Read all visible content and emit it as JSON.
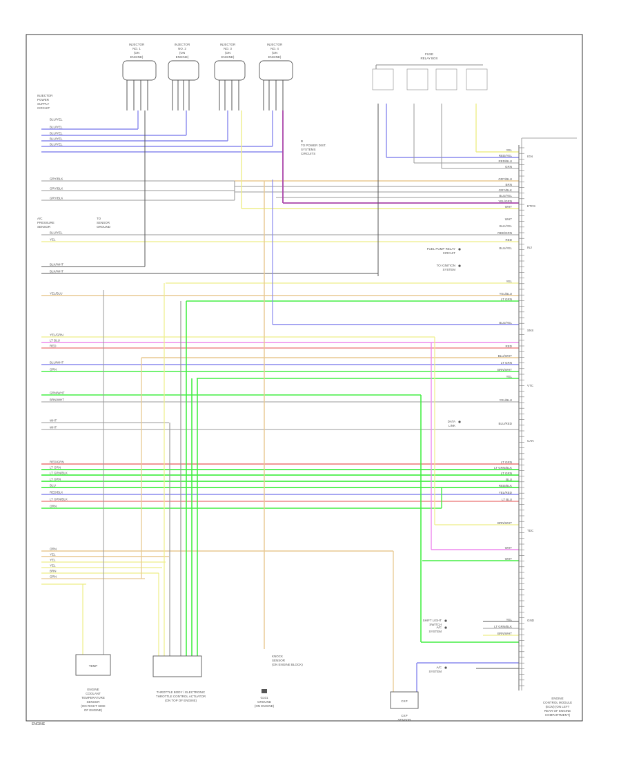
{
  "diagram": {
    "sheet_label": "ENGINE",
    "ecm": {
      "caption_lines": [
        "ENGINE",
        "CONTROL MODULE",
        "(ECM) (ON LEFT",
        "REAR OF ENGINE",
        "COMPARTMENT)"
      ]
    },
    "components": {
      "temp_sensor": {
        "box_label": "TEMP",
        "caption_lines": [
          "ENGINE",
          "COOLANT",
          "TEMPERATURE",
          "SENSOR",
          "(ON RIGHT SIDE",
          "OF ENGINE)"
        ]
      },
      "throttle_body": {
        "caption_lines": [
          "THROTTLE BODY / ELECTRONIC",
          "THROTTLE CONTROL ACTUATOR",
          "(ON TOP OF ENGINE)"
        ]
      },
      "knock_sensor": {
        "caption_lines": [
          "KNOCK",
          "SENSOR",
          "(ON ENGINE BLOCK)"
        ]
      },
      "ground": {
        "caption_lines": [
          "G101",
          "GROUND",
          "(ON ENGINE)"
        ]
      },
      "ckp_sensor": {
        "box_label": "CKP",
        "caption_lines": [
          "CKP",
          "SENSOR"
        ]
      }
    },
    "injectors": [
      {
        "id": "inj1",
        "lines": [
          "INJECTOR",
          "NO. 1",
          "(ON",
          "ENGINE)"
        ]
      },
      {
        "id": "inj2",
        "lines": [
          "INJECTOR",
          "NO. 2",
          "(ON",
          "ENGINE)"
        ]
      },
      {
        "id": "inj3",
        "lines": [
          "INJECTOR",
          "NO. 3",
          "(ON",
          "ENGINE)"
        ]
      },
      {
        "id": "inj4",
        "lines": [
          "INJECTOR",
          "NO. 4",
          "(ON",
          "ENGINE)"
        ]
      }
    ],
    "fuse_block": {
      "lines": [
        "FUSE",
        "RELAY BOX"
      ]
    },
    "note_lines": [
      "B",
      "TO POWER DIST.",
      "SYSTEMS",
      "CIRCUITS"
    ],
    "left_blocks": [
      {
        "lines": [
          "INJECTOR",
          "POWER",
          "SUPPLY",
          "CIRCUIT"
        ]
      },
      {
        "lines": [
          "A/C",
          "PRESSURE",
          "SENSOR"
        ]
      },
      {
        "lines": [
          "TO",
          "SENSOR",
          "GROUND"
        ]
      }
    ],
    "wire_labels": [
      "BLU/YEL",
      "BLU/YEL",
      "BLU/YEL",
      "BLU/YEL",
      "BLU/YEL",
      "GRY/BLK",
      "GRY/BLK",
      "GRY/BLK",
      "BLU/YEL",
      "YEL",
      "BLK/WHT",
      "BLK/WHT",
      "YEL/BLU",
      "YEL/GRN",
      "LT BLU",
      "RED",
      "BLU/WHT",
      "GRN",
      "GRN/WHT",
      "BRN/WHT",
      "WHT",
      "WHT",
      "RED/GRN",
      "LT GRN",
      "LT GRN/BLK",
      "LT GRN",
      "BLU",
      "RED/BLK",
      "LT GRN/BLK",
      "ORN",
      "ORN",
      "YEL",
      "YEL",
      "YEL",
      "BRN",
      "GRN"
    ],
    "right_tags": [
      "YEL",
      "RED/YEL",
      "RED/BLU",
      "GRN",
      "GRY/BLU",
      "BRN",
      "GRY/BLK",
      "BLU/YEL",
      "YEL/GRN",
      "WHT",
      "WHT",
      "BLK/YEL",
      "RED/GRN",
      "RED",
      "BLU/YEL",
      "YEL",
      "YEL/BLU",
      "LT GRN",
      "BLU/YEL",
      "RED",
      "BLU/WHT",
      "LT GRN",
      "BRN/WHT",
      "YEL",
      "YEL/BLU",
      "BLU/RED",
      "LT GRN",
      "LT GRN/BLK",
      "LT GRN",
      "BLU",
      "RED/BLK",
      "YEL/RED",
      "LT BLU",
      "BRN/WHT",
      "WHT",
      "WHT",
      "YEL",
      "LT GRN/BLK",
      "BRN/WHT"
    ],
    "side_notes": [
      {
        "lines": [
          "FUEL PUMP RELAY",
          "CIRCUIT"
        ]
      },
      {
        "lines": [
          "TO IGNITION",
          "SYSTEM"
        ]
      },
      {
        "lines": [
          "DATA",
          "LINK"
        ]
      },
      {
        "lines": [
          "A/C",
          "SYSTEM"
        ]
      },
      {
        "lines": [
          "SHIFT LIGHT",
          "SWITCH"
        ]
      },
      {
        "lines": [
          "A/C",
          "SYSTEM"
        ]
      }
    ],
    "pin_groups": [
      "IGN",
      "ETCS",
      "INJ",
      "SNS",
      "VTC",
      "CAN",
      "TDC",
      "GND"
    ]
  },
  "colors": {
    "wire_blue": "#8888ee",
    "wire_green": "#44ee44",
    "wire_yellow": "#eeee88",
    "wire_orange": "#e8c890",
    "wire_pink": "#ee88ee",
    "wire_red": "#ee8888",
    "wire_purple": "#aa44aa",
    "wire_gray": "#999999",
    "wire_black": "#555555"
  }
}
